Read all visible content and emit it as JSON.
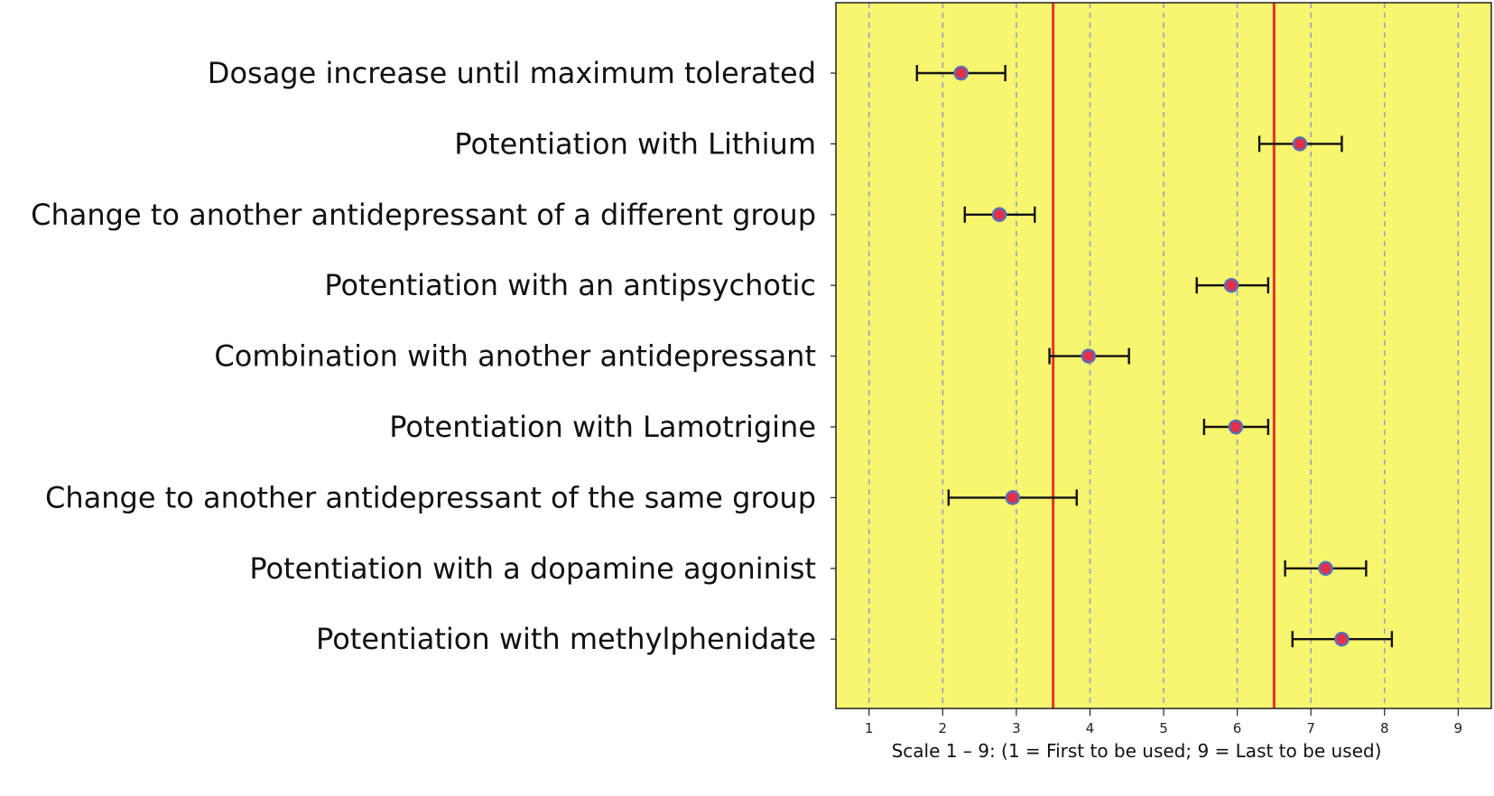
{
  "chart_data": {
    "type": "scatter",
    "orientation": "horizontal",
    "categories": [
      "Dosage increase until maximum tolerated",
      "Potentiation with Lithium",
      "Change to another antidepressant of a different group",
      "Potentiation with an antipsychotic",
      "Combination with another antidepressant",
      "Potentiation with Lamotrigine",
      "Change to another antidepressant of the same group",
      "Potentiation with a dopamine agoninist",
      "Potentiation with methylphenidate"
    ],
    "points": [
      {
        "mean": 2.25,
        "low": 1.65,
        "high": 2.85
      },
      {
        "mean": 6.85,
        "low": 6.3,
        "high": 7.42
      },
      {
        "mean": 2.77,
        "low": 2.3,
        "high": 3.25
      },
      {
        "mean": 5.92,
        "low": 5.45,
        "high": 6.42
      },
      {
        "mean": 3.98,
        "low": 3.45,
        "high": 4.53
      },
      {
        "mean": 5.98,
        "low": 5.55,
        "high": 6.42
      },
      {
        "mean": 2.95,
        "low": 2.08,
        "high": 3.82
      },
      {
        "mean": 7.2,
        "low": 6.65,
        "high": 7.75
      },
      {
        "mean": 7.42,
        "low": 6.75,
        "high": 8.1
      }
    ],
    "reference_lines": [
      3.5,
      6.5
    ],
    "xlim": [
      0.55,
      9.45
    ],
    "xticks": [
      "1",
      "2",
      "3",
      "4",
      "5",
      "6",
      "7",
      "8",
      "9"
    ],
    "xlabel": "Scale  1 – 9: (1 = First to be used; 9 = Last to be used)",
    "grid": "vertical dashed",
    "colors": {
      "plot_background": "#f8f56e",
      "grid": "#9aa0c8",
      "reference_line": "#e8322b",
      "marker_fill": "#e0304a",
      "marker_edge": "#5a6fb8",
      "error_bar": "#111111"
    }
  }
}
